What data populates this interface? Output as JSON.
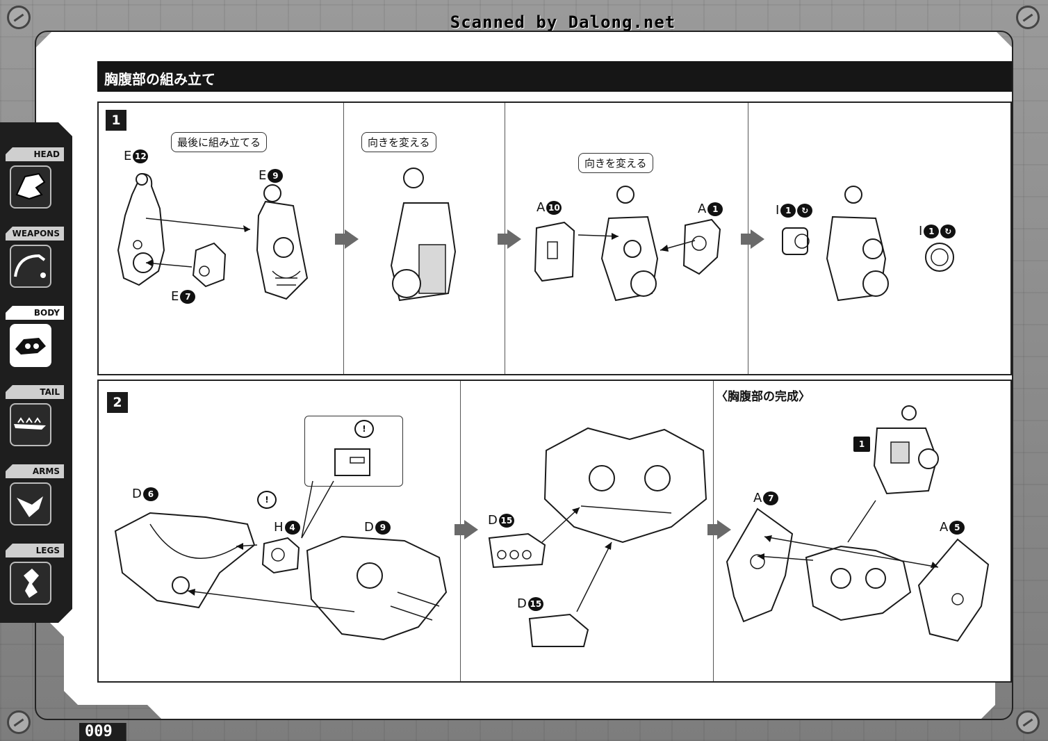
{
  "scan_credit": "Scanned by Dalong.net",
  "section_title": "胸腹部の組み立て",
  "page_number": "009",
  "sidebar": {
    "items": [
      {
        "label": "HEAD",
        "icon": "head-icon",
        "active": false
      },
      {
        "label": "WEAPONS",
        "icon": "weapons-icon",
        "active": false
      },
      {
        "label": "BODY",
        "icon": "body-icon",
        "active": true
      },
      {
        "label": "TAIL",
        "icon": "tail-icon",
        "active": false
      },
      {
        "label": "ARMS",
        "icon": "arms-icon",
        "active": false
      },
      {
        "label": "LEGS",
        "icon": "legs-icon",
        "active": false
      }
    ]
  },
  "step1": {
    "number": "1",
    "callouts": {
      "assemble_last": "最後に組み立てる",
      "turn_a": "向きを変える",
      "turn_b": "向きを変える"
    },
    "parts": {
      "e12": {
        "letter": "E",
        "num": "12"
      },
      "e9": {
        "letter": "E",
        "num": "9"
      },
      "e7": {
        "letter": "E",
        "num": "7"
      },
      "a10": {
        "letter": "A",
        "num": "10"
      },
      "a1": {
        "letter": "A",
        "num": "1"
      },
      "i1_left": {
        "letter": "I",
        "num": "1"
      },
      "i1_right": {
        "letter": "I",
        "num": "1"
      }
    }
  },
  "step2": {
    "number": "2",
    "completion_title": "〈胸腹部の完成〉",
    "sub_step_badge": "1",
    "caution": "!",
    "parts": {
      "d6": {
        "letter": "D",
        "num": "6"
      },
      "h4": {
        "letter": "H",
        "num": "4"
      },
      "d9": {
        "letter": "D",
        "num": "9"
      },
      "d15_top": {
        "letter": "D",
        "num": "15"
      },
      "d15_bottom": {
        "letter": "D",
        "num": "15"
      },
      "a7": {
        "letter": "A",
        "num": "7"
      },
      "a5": {
        "letter": "A",
        "num": "5"
      }
    }
  },
  "colors": {
    "ink": "#1a1a1a",
    "frame": "#1e1e1e",
    "page": "#ffffff",
    "accent_arrow": "#6a6a6a"
  }
}
